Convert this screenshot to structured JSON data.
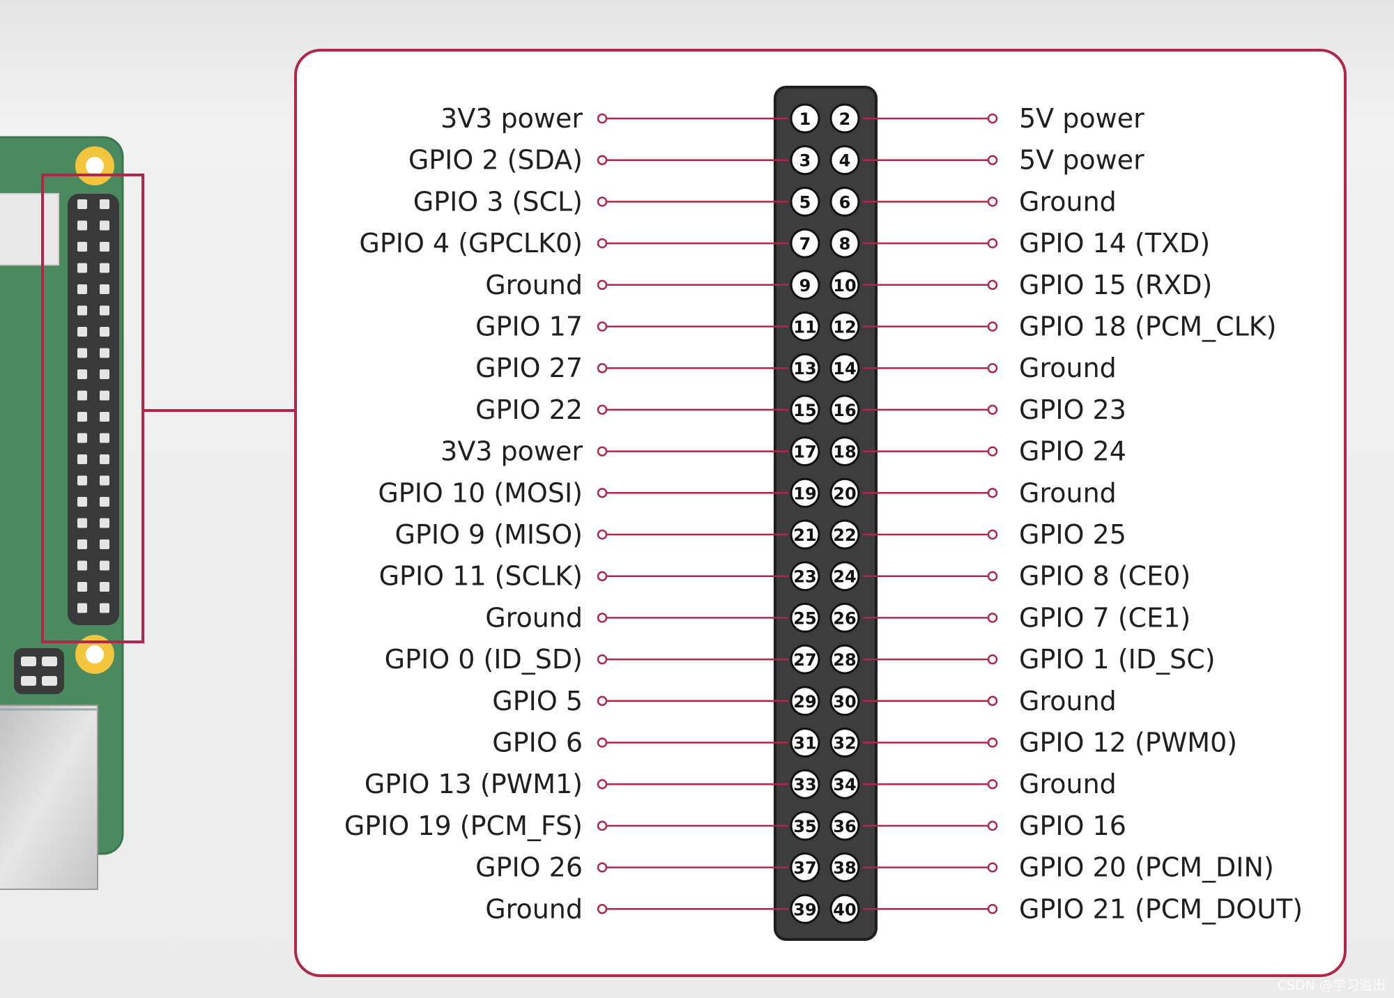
{
  "colors": {
    "accent": "#b3264a",
    "board": "#4a8a5e",
    "header": "#3d3d3d",
    "mount_hole": "#f2c53d",
    "panel_bg": "#ffffff",
    "text": "#1f1f1f"
  },
  "pins": {
    "left": [
      {
        "num": "1",
        "label": "3V3 power"
      },
      {
        "num": "3",
        "label": "GPIO 2 (SDA)"
      },
      {
        "num": "5",
        "label": "GPIO 3 (SCL)"
      },
      {
        "num": "7",
        "label": "GPIO 4 (GPCLK0)"
      },
      {
        "num": "9",
        "label": "Ground"
      },
      {
        "num": "11",
        "label": "GPIO 17"
      },
      {
        "num": "13",
        "label": "GPIO 27"
      },
      {
        "num": "15",
        "label": "GPIO 22"
      },
      {
        "num": "17",
        "label": "3V3 power"
      },
      {
        "num": "19",
        "label": "GPIO 10 (MOSI)"
      },
      {
        "num": "21",
        "label": "GPIO 9 (MISO)"
      },
      {
        "num": "23",
        "label": "GPIO 11 (SCLK)"
      },
      {
        "num": "25",
        "label": "Ground"
      },
      {
        "num": "27",
        "label": "GPIO 0 (ID_SD)"
      },
      {
        "num": "29",
        "label": "GPIO 5"
      },
      {
        "num": "31",
        "label": "GPIO 6"
      },
      {
        "num": "33",
        "label": "GPIO 13 (PWM1)"
      },
      {
        "num": "35",
        "label": "GPIO 19 (PCM_FS)"
      },
      {
        "num": "37",
        "label": "GPIO 26"
      },
      {
        "num": "39",
        "label": "Ground"
      }
    ],
    "right": [
      {
        "num": "2",
        "label": "5V power"
      },
      {
        "num": "4",
        "label": "5V power"
      },
      {
        "num": "6",
        "label": "Ground"
      },
      {
        "num": "8",
        "label": "GPIO 14 (TXD)"
      },
      {
        "num": "10",
        "label": "GPIO 15 (RXD)"
      },
      {
        "num": "12",
        "label": "GPIO 18 (PCM_CLK)"
      },
      {
        "num": "14",
        "label": "Ground"
      },
      {
        "num": "16",
        "label": "GPIO 23"
      },
      {
        "num": "18",
        "label": "GPIO 24"
      },
      {
        "num": "20",
        "label": "Ground"
      },
      {
        "num": "22",
        "label": "GPIO 25"
      },
      {
        "num": "24",
        "label": "GPIO 8 (CE0)"
      },
      {
        "num": "26",
        "label": "GPIO 7 (CE1)"
      },
      {
        "num": "28",
        "label": "GPIO 1 (ID_SC)"
      },
      {
        "num": "30",
        "label": "Ground"
      },
      {
        "num": "32",
        "label": "GPIO 12 (PWM0)"
      },
      {
        "num": "34",
        "label": "Ground"
      },
      {
        "num": "36",
        "label": "GPIO 16"
      },
      {
        "num": "38",
        "label": "GPIO 20 (PCM_DIN)"
      },
      {
        "num": "40",
        "label": "GPIO 21 (PCM_DOUT)"
      }
    ]
  },
  "watermark": "CSDN @学习溢出"
}
